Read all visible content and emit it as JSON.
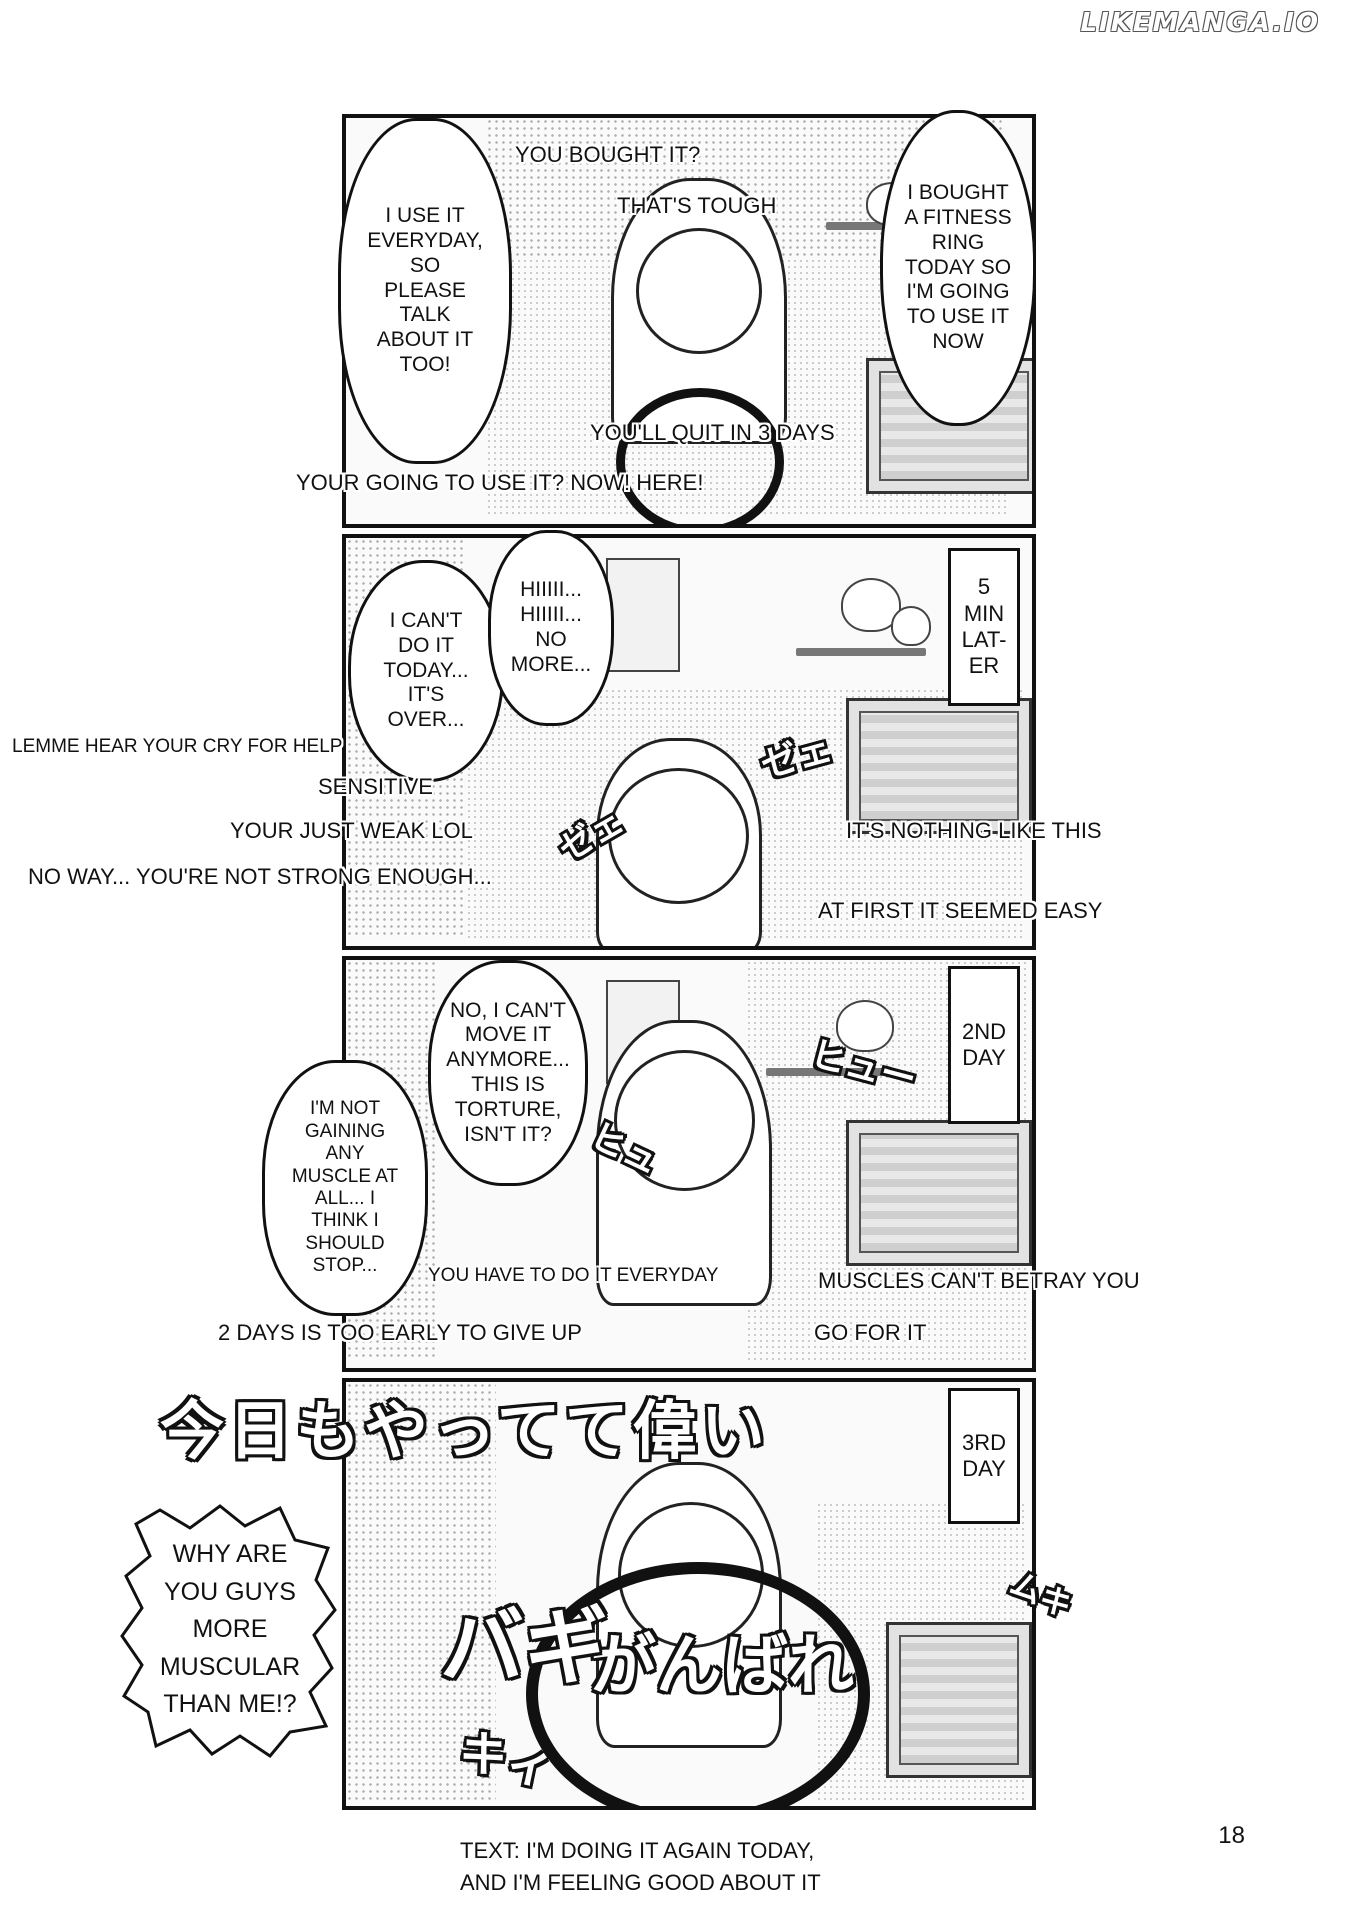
{
  "watermark": "LIKEMANGA.IO",
  "page_number": "18",
  "caption": "TEXT: I'M DOING IT AGAIN TODAY,\nAND I'M FEELING GOOD ABOUT IT",
  "panel1": {
    "bubble_left": "I USE IT\nEVERYDAY,\nSO\nPLEASE\nTALK\nABOUT IT\nTOO!",
    "bubble_right": "I BOUGHT\nA FITNESS\nRING\nTODAY SO\nI'M GOING\nTO USE IT\nNOW",
    "note_bought": "YOU BOUGHT IT?",
    "note_tough": "THAT'S TOUGH",
    "note_quit": "YOU'LL QUIT IN 3 DAYS",
    "note_now": "YOUR GOING TO USE IT? NOW! HERE!"
  },
  "panel2": {
    "time_box": "5\nMIN\nLAT-\nER",
    "bubble_cant": "I CAN'T\nDO IT\nTODAY...\nIT'S\nOVER...",
    "bubble_hi": "HIIIII...\nHIIIII...\nNO\nMORE...",
    "note_cry": "LEMME HEAR YOUR CRY FOR HELP",
    "note_sensitive": "SENSITIVE",
    "note_weak": "YOUR JUST WEAK LOL",
    "note_noway": "NO WAY... YOU'RE NOT STRONG ENOUGH...",
    "note_nothing": "IT'S NOTHING LIKE THIS",
    "note_easy": "AT FIRST IT SEEMED EASY",
    "sfx_1": "ゼェ",
    "sfx_2": "ゼェ"
  },
  "panel3": {
    "time_box": "2ND\nDAY",
    "bubble_torture": "NO, I CAN'T\nMOVE IT\nANYMORE...\nTHIS IS\nTORTURE,\nISN'T IT?",
    "bubble_muscle": "I'M NOT\nGAINING\nANY\nMUSCLE AT\nALL... I\nTHINK I\nSHOULD\nSTOP...",
    "note_everyday": "YOU HAVE TO DO IT EVERYDAY",
    "note_betray": "MUSCLES CAN'T BETRAY YOU",
    "note_early": "2 DAYS IS TOO EARLY TO GIVE UP",
    "note_goforit": "GO FOR IT",
    "sfx_1": "ヒュー",
    "sfx_2": "ヒュ"
  },
  "panel4": {
    "time_box": "3RD\nDAY",
    "title_jp": "今日もやってて偉い",
    "bubble_why": "WHY ARE\nYOU GUYS\nMORE\nMUSCULAR\nTHAN ME!?",
    "sfx_ganbare": "がんばれ",
    "sfx_baki": "バギ",
    "sfx_mukyu": "ムキ",
    "sfx_kii": "キィ"
  }
}
